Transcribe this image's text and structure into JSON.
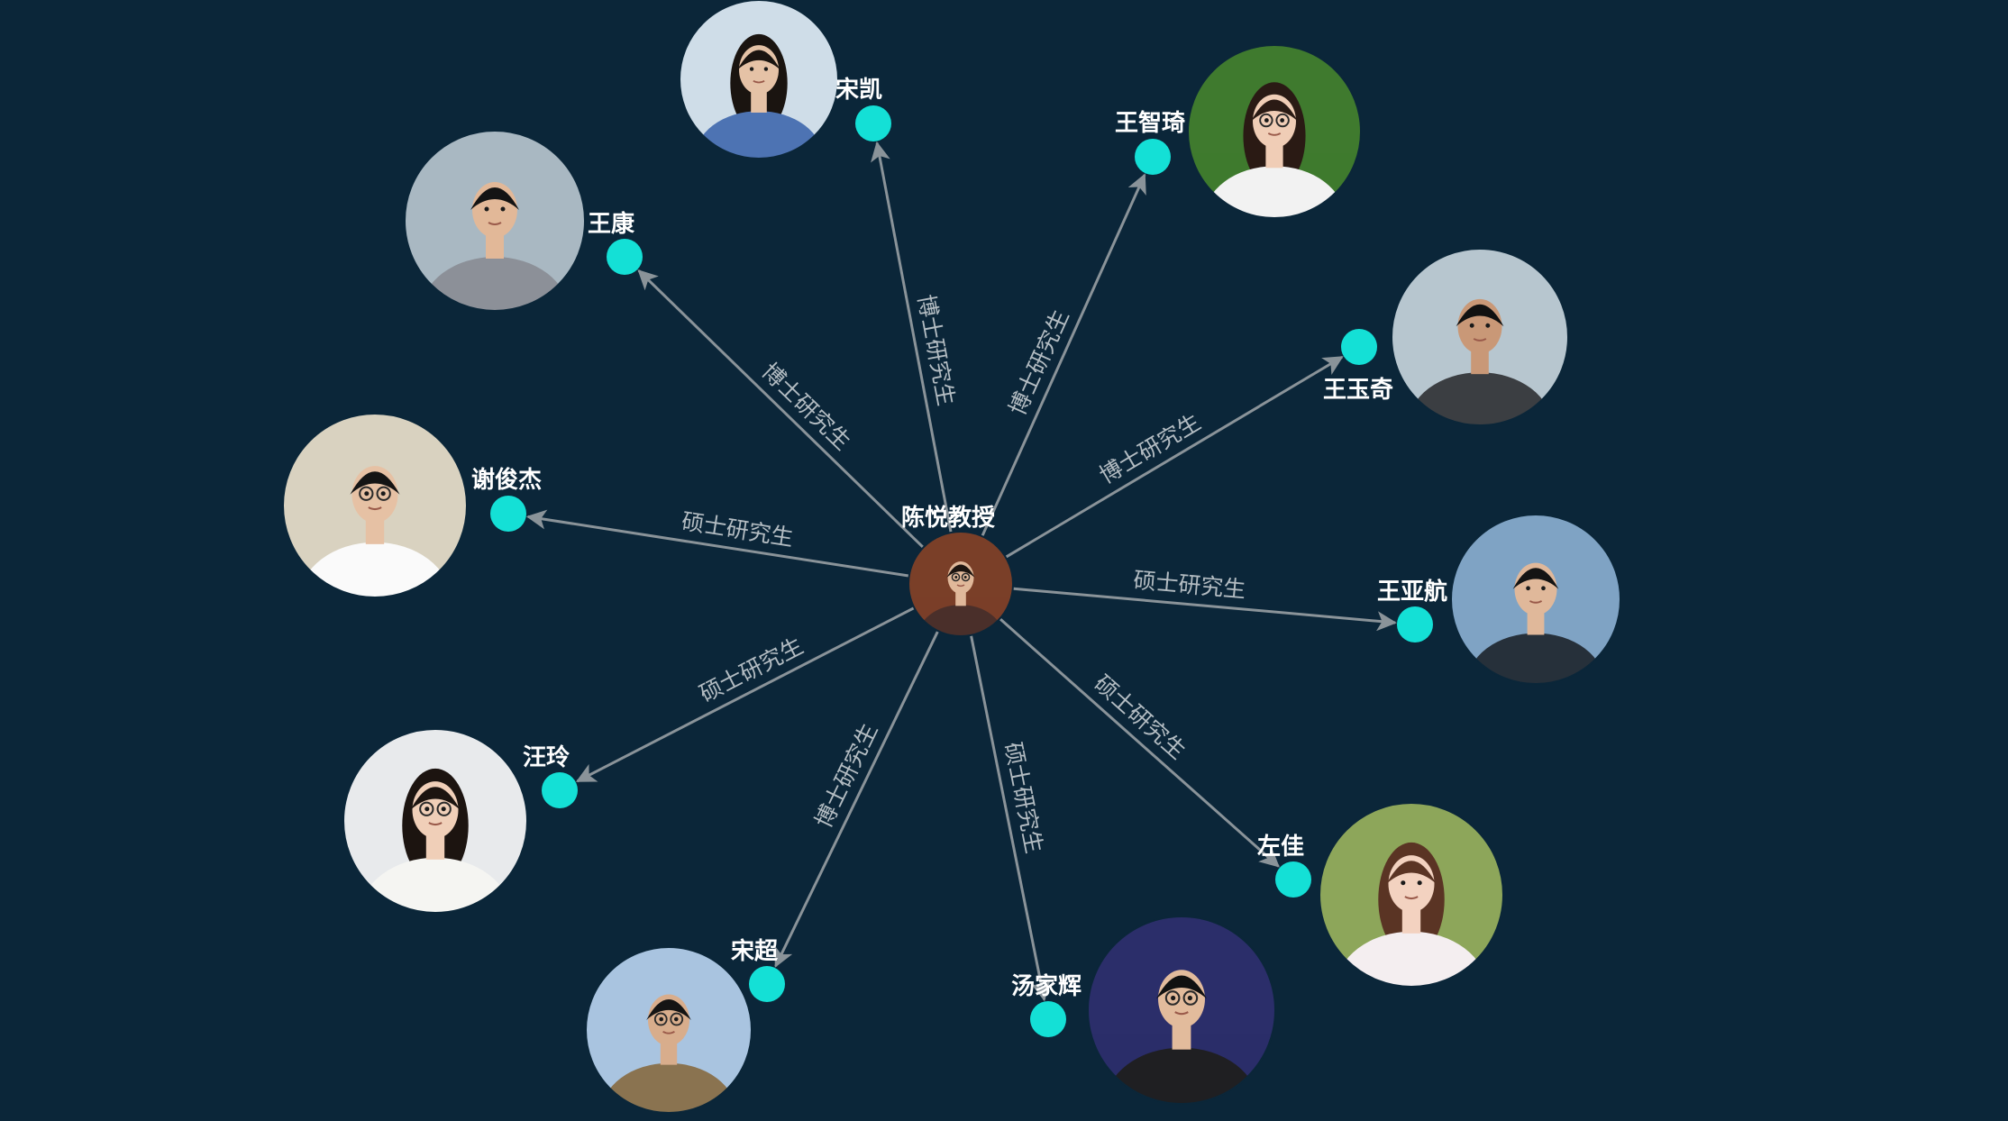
{
  "diagram": {
    "center": {
      "name": "陈悦教授",
      "photo": {
        "skin": "#e0b89a",
        "hair": "#1c1410",
        "cloth": "#4a2f2a",
        "bg": "#7a3f28",
        "glasses": true
      }
    },
    "edge_style": {
      "line": "#8a9399",
      "dot": "#14e0d6",
      "background": "#0b2639"
    },
    "nodes": [
      {
        "name": "宋凯",
        "relation": "博士研究生",
        "photo": {
          "skin": "#e5c2a6",
          "hair": "#1a1410",
          "cloth": "#4d73b3",
          "bg": "#cfdde8",
          "glasses": false,
          "long_hair": true
        }
      },
      {
        "name": "王智琦",
        "relation": "博士研究生",
        "photo": {
          "skin": "#f0cdb6",
          "hair": "#2a1a14",
          "cloth": "#f2f2f2",
          "bg": "#3f7a2e",
          "glasses": true,
          "long_hair": true
        }
      },
      {
        "name": "王玉奇",
        "relation": "博士研究生",
        "photo": {
          "skin": "#c99877",
          "hair": "#111111",
          "cloth": "#3b3e42",
          "bg": "#b7c6cf",
          "glasses": false,
          "long_hair": false
        }
      },
      {
        "name": "王亚航",
        "relation": "硕士研究生",
        "photo": {
          "skin": "#e0b89a",
          "hair": "#141414",
          "cloth": "#26303a",
          "bg": "#7fa3c4",
          "glasses": false,
          "long_hair": false
        }
      },
      {
        "name": "左佳",
        "relation": "硕士研究生",
        "photo": {
          "skin": "#f3d2c0",
          "hair": "#5a3424",
          "cloth": "#f4eef0",
          "bg": "#8da65a",
          "glasses": false,
          "long_hair": true
        }
      },
      {
        "name": "汤家辉",
        "relation": "硕士研究生",
        "photo": {
          "skin": "#e2bb9c",
          "hair": "#111111",
          "cloth": "#1f1f22",
          "bg": "#2b2e6a",
          "glasses": true,
          "long_hair": false
        }
      },
      {
        "name": "宋超",
        "relation": "博士研究生",
        "photo": {
          "skin": "#d8ad8c",
          "hair": "#141414",
          "cloth": "#8a7350",
          "bg": "#a9c4e0",
          "glasses": true,
          "long_hair": false
        }
      },
      {
        "name": "汪玲",
        "relation": "硕士研究生",
        "photo": {
          "skin": "#f0cfb8",
          "hair": "#1c1410",
          "cloth": "#f5f5f2",
          "bg": "#e8eaec",
          "glasses": true,
          "long_hair": true
        }
      },
      {
        "name": "谢俊杰",
        "relation": "硕士研究生",
        "photo": {
          "skin": "#e6c1a4",
          "hair": "#141414",
          "cloth": "#fafafa",
          "bg": "#d9d2c0",
          "glasses": true,
          "long_hair": false
        }
      },
      {
        "name": "王康",
        "relation": "博士研究生",
        "photo": {
          "skin": "#e2b898",
          "hair": "#141414",
          "cloth": "#8c9098",
          "bg": "#a9b8c2",
          "glasses": false,
          "long_hair": false
        }
      }
    ]
  }
}
